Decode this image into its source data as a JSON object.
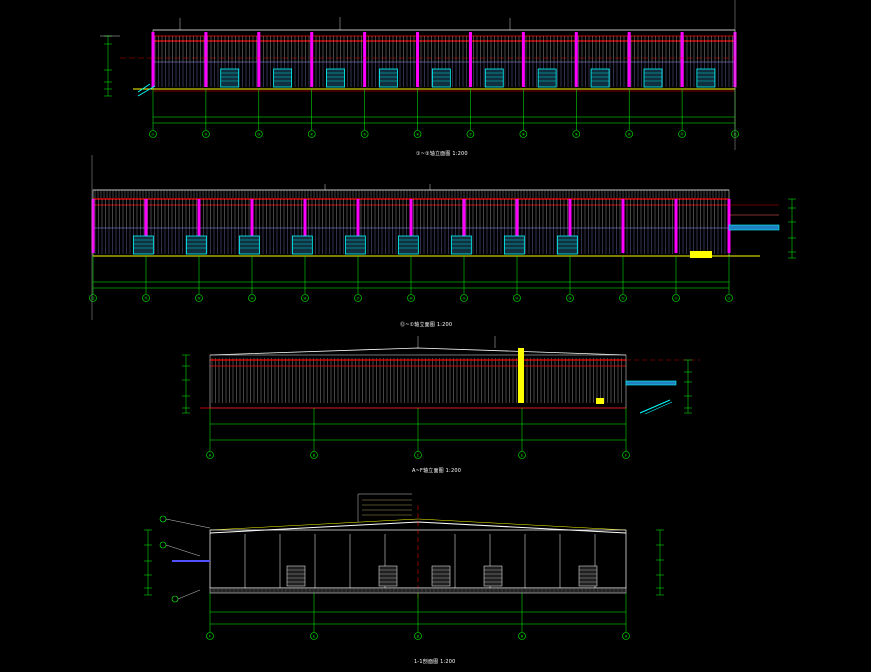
{
  "drawing": {
    "background": "#000000",
    "colors": {
      "roof": "#ffffff",
      "wall": "#c8c8c8",
      "column": "#ff00ff",
      "beam": "#ff0000",
      "grid": "#00ff00",
      "door": "#00ffff",
      "accent": "#ffff00",
      "leader": "#ffffff"
    },
    "views": [
      {
        "id": "elev-front",
        "title": "①~②轴立面图 1:200",
        "bays": 11,
        "doors": 10,
        "grid_labels": [
          "①",
          "②",
          "③",
          "④",
          "⑤",
          "⑥",
          "⑦",
          "⑧",
          "⑨",
          "⑩",
          "⑪",
          "⑫"
        ]
      },
      {
        "id": "elev-back",
        "title": "⑫~①轴立面图 1:200",
        "bays": 12,
        "doors": 9,
        "grid_labels": [
          "⑫",
          "⑪",
          "⑩",
          "⑨",
          "⑧",
          "⑦",
          "⑥",
          "⑤",
          "④",
          "③",
          "②",
          "①",
          "①"
        ]
      },
      {
        "id": "elev-side",
        "title": "A~F轴立面图 1:200",
        "grid_labels": [
          "A",
          "B",
          "C",
          "D",
          "E",
          "F"
        ]
      },
      {
        "id": "section",
        "title": "1-1剖面图 1:200",
        "doors": 6,
        "grid_labels": [
          "F",
          "E",
          "D",
          "C",
          "B",
          "A"
        ]
      }
    ]
  }
}
